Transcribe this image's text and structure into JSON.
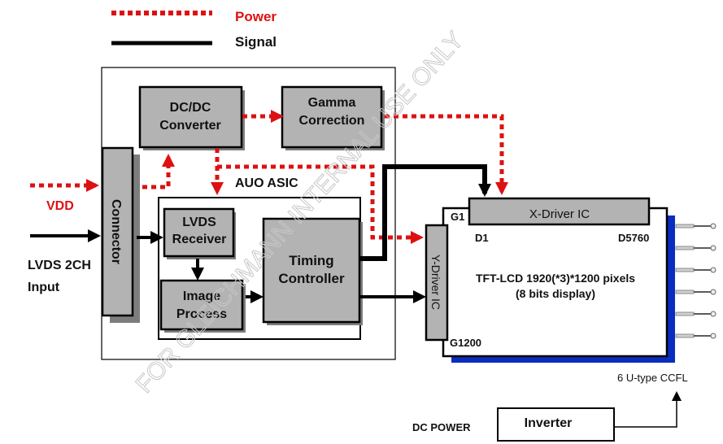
{
  "legend": {
    "power_label": "Power",
    "signal_label": "Signal"
  },
  "inputs": {
    "vdd_label": "VDD",
    "lvds_label_line1": "LVDS 2CH",
    "lvds_label_line2": "Input"
  },
  "blocks": {
    "connector": "Connector",
    "dcdc_line1": "DC/DC",
    "dcdc_line2": "Converter",
    "gamma_line1": "Gamma",
    "gamma_line2": "Correction",
    "asic_label": "AUO ASIC",
    "lvds_rx_line1": "LVDS",
    "lvds_rx_line2": "Receiver",
    "image_line1": "Image",
    "image_line2": "Process",
    "timing_line1": "Timing",
    "timing_line2": "Controller",
    "x_driver": "X-Driver IC",
    "y_driver": "Y-Driver IC",
    "inverter": "Inverter"
  },
  "panel": {
    "g1": "G1",
    "g1200": "G1200",
    "d1": "D1",
    "d5760": "D5760",
    "title_line1": "TFT-LCD 1920(*3)*1200 pixels",
    "title_line2": "(8 bits display)",
    "ccfl_label": "6 U-type CCFL",
    "ccfl_count": 6
  },
  "power_source": {
    "dc_power_label": "DC POWER"
  },
  "watermark": "FOR GLEICHMANN INTERNAL USE ONLY",
  "colors": {
    "power": "#dd1111",
    "signal": "#000000",
    "block_fill": "#b3b3b3",
    "backlight": "#0a2dbf"
  }
}
